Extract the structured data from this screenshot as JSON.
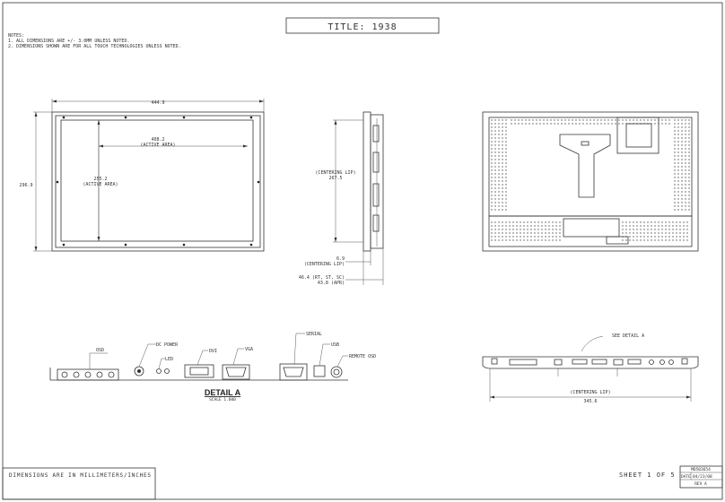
{
  "title_block": {
    "title": "TITLE: 1938",
    "units_note": "DIMENSIONS ARE IN MILLIMETERS/INCHES",
    "sheet": "SHEET 1 OF 5",
    "doc_number": "MD503654",
    "date_label": "DATE",
    "date_value": "04/23/08",
    "rev": "REV A"
  },
  "notes": {
    "heading": "NOTES:",
    "items": [
      "1.  ALL DIMENSIONS ARE +/- 3.0MM UNLESS NOTED.",
      "2.  DIMENSIONS SHOWN ARE FOR ALL TOUCH TECHNOLOGIES UNLESS NOTED."
    ]
  },
  "front_view": {
    "overall_width": "444.9",
    "overall_height": "296.9",
    "active_width": "408.2",
    "active_height": "255.2",
    "active_label": "(ACTIVE AREA)"
  },
  "side_view": {
    "centering_label": "(CENTERING LIP)",
    "lip_height": "267.5",
    "lip_depth": "6.9",
    "depth_label": "46.4 (RT, ST, SC)",
    "depth_sub": "43.8 (APR)"
  },
  "connectors": {
    "osd": "OSD",
    "dc_power": "DC POWER",
    "led": "LED",
    "dvi": "DVI",
    "vga": "VGA",
    "serial": "SERIAL",
    "usb": "USB",
    "remote_osd": "REMOTE OSD",
    "detail_title": "DETAIL A",
    "detail_scale": "SCALE 1.000"
  },
  "bottom_view": {
    "see_detail": "SEE DETAIL A",
    "centering_label": "(CENTERING LIP)",
    "width": "345.6"
  }
}
